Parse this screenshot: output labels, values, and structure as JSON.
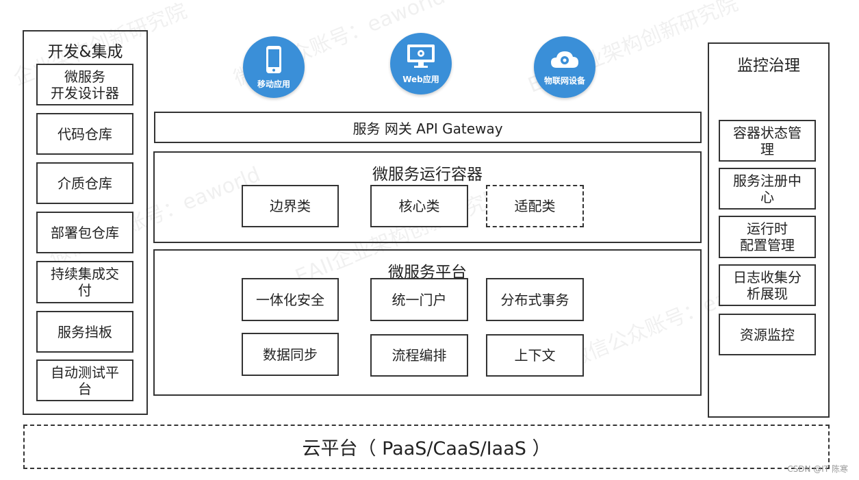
{
  "watermarks": [
    "企业架构创新研究院",
    "微信公众账号：eaworld",
    "EAII企业架构创新研究院",
    "微信公众账号：eaworld",
    "EAII企业架构创新研究院",
    "微信公众账号：eaworld"
  ],
  "dev": {
    "title": "开发&集成",
    "items": [
      "微服务\n开发设计器",
      "代码仓库",
      "介质仓库",
      "部署包仓库",
      "持续集成交\n付",
      "服务挡板",
      "自动测试平\n台"
    ]
  },
  "clients": [
    {
      "label": "移动应用",
      "icon": "mobile-phone-icon"
    },
    {
      "label": "Web应用",
      "icon": "web-monitor-icon"
    },
    {
      "label": "物联网设备",
      "icon": "cloud-gear-icon"
    }
  ],
  "gateway": {
    "label": "服务 网关 API Gateway"
  },
  "container": {
    "title": "微服务运行容器",
    "items": [
      "边界类",
      "核心类",
      "适配类"
    ]
  },
  "platform": {
    "title": "微服务平台",
    "items": [
      "一体化安全",
      "统一门户",
      "分布式事务",
      "数据同步",
      "流程编排",
      "上下文"
    ]
  },
  "monitor": {
    "title": "监控治理",
    "items": [
      "容器状态管\n理",
      "服务注册中\n心",
      "运行时\n配置管理",
      "日志收集分\n析展现",
      "资源监控"
    ]
  },
  "cloud": {
    "label": "云平台（ PaaS/CaaS/IaaS ）"
  },
  "credit": "CSDN @IT 陈寒",
  "colors": {
    "client_blue": "#3a8fd8",
    "border": "#333333"
  }
}
